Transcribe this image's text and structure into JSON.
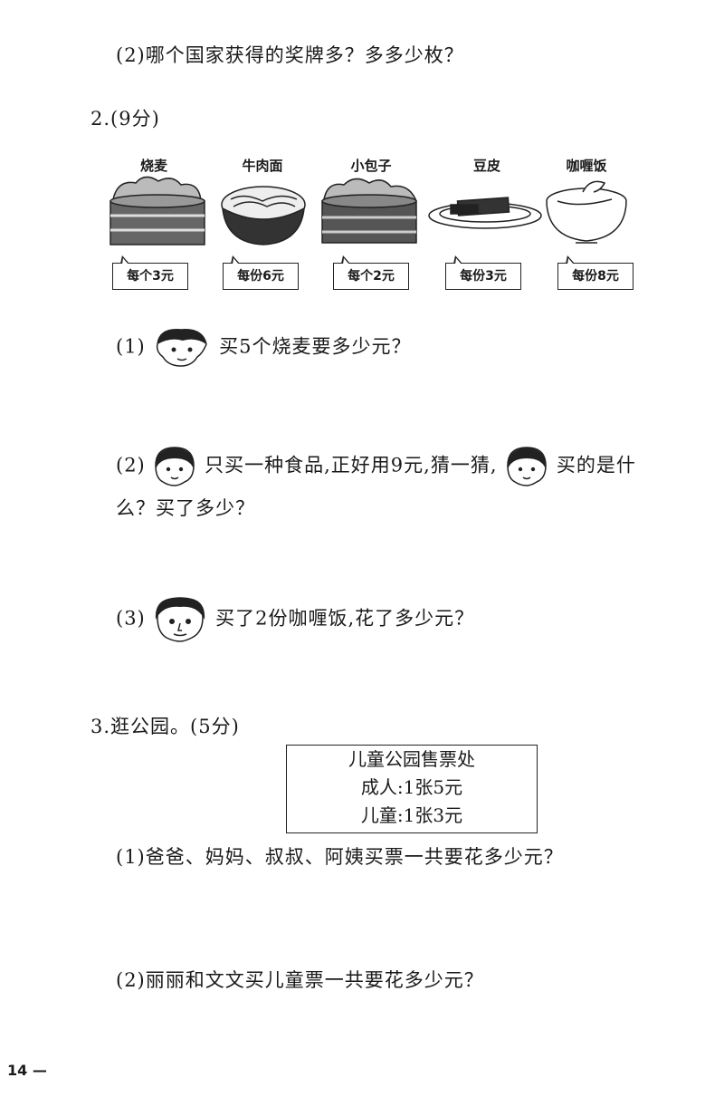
{
  "q1_part2": "(2)哪个国家获得的奖牌多？多多少枚？",
  "q2": {
    "title": "2.(9分)",
    "foods": [
      {
        "name": "烧麦",
        "price": "每个3元",
        "icon": "shaomai-steamer-icon"
      },
      {
        "name": "牛肉面",
        "price": "每份6元",
        "icon": "beef-noodle-bowl-icon"
      },
      {
        "name": "小包子",
        "price": "每个2元",
        "icon": "bun-steamer-icon"
      },
      {
        "name": "豆皮",
        "price": "每份3元",
        "icon": "doupi-plate-icon"
      },
      {
        "name": "咖喱饭",
        "price": "每份8元",
        "icon": "curry-rice-bowl-icon"
      }
    ],
    "p1_label": "(1)",
    "p1_text": "买5个烧麦要多少元？",
    "p2_label": "(2)",
    "p2_text_a": "只买一种食品,正好用9元,猜一猜,",
    "p2_text_b": "买的是什",
    "p2_text_c": "么？买了多少？",
    "p3_label": "(3)",
    "p3_text": "买了2份咖喱饭,花了多少元？"
  },
  "q3": {
    "title": "3.逛公园。(5分)",
    "ticket": {
      "heading": "儿童公园售票处",
      "adult": "成人:1张5元",
      "child": "儿童:1张3元"
    },
    "p1": "(1)爸爸、妈妈、叔叔、阿姨买票一共要花多少元？",
    "p2": "(2)丽丽和文文买儿童票一共要花多少元？"
  },
  "footer": {
    "page_number": "14 —"
  }
}
